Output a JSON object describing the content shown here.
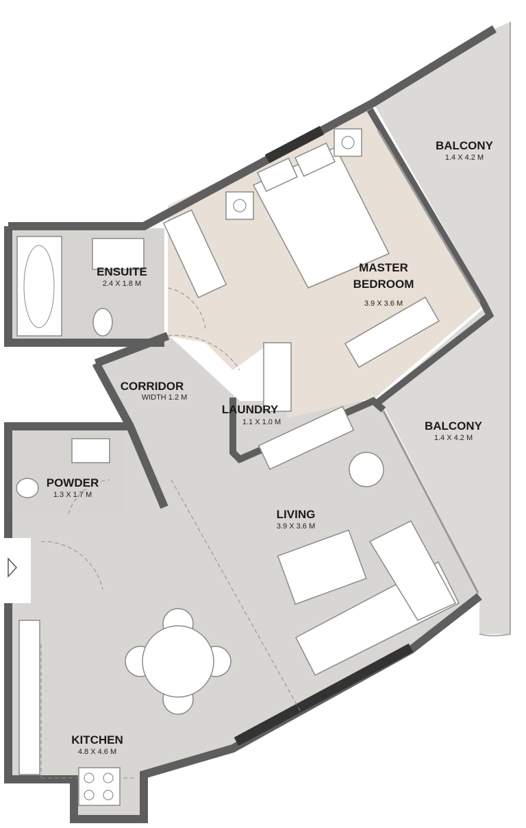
{
  "colors": {
    "floor_tile": "#d8d6d2",
    "floor_wood": "#e8dfd6",
    "balcony": "#dcdad6",
    "wall": "#5e5e5e",
    "wall_glazing_dark": "#333333"
  },
  "rooms": [
    {
      "id": "balcony-top",
      "name": "BALCONY",
      "dims": "1.4 X 4.2 M"
    },
    {
      "id": "master-bedroom",
      "name_line1": "MASTER",
      "name_line2": "BEDROOM",
      "dims": "3.9 X 3.6 M"
    },
    {
      "id": "ensuite",
      "name": "ENSUITE",
      "dims": "2.4 X 1.8 M"
    },
    {
      "id": "corridor",
      "name": "CORRIDOR",
      "dims": "WIDTH 1.2 M"
    },
    {
      "id": "laundry",
      "name": "LAUNDRY",
      "dims": "1.1 X 1.0 M"
    },
    {
      "id": "balcony-bottom",
      "name": "BALCONY",
      "dims": "1.4 X 4.2 M"
    },
    {
      "id": "powder",
      "name": "POWDER",
      "dims": "1.3 X 1.7 M"
    },
    {
      "id": "living",
      "name": "LIVING",
      "dims": "3.9 X 3.6 M"
    },
    {
      "id": "kitchen",
      "name": "KITCHEN",
      "dims": "4.8 X 4.6 M"
    }
  ],
  "icons": [
    "entrance-arrow-icon",
    "bed-icon",
    "sofa-icon",
    "dining-table-icon",
    "bathtub-icon",
    "toilet-icon",
    "cooktop-icon",
    "wardrobe-icon"
  ]
}
